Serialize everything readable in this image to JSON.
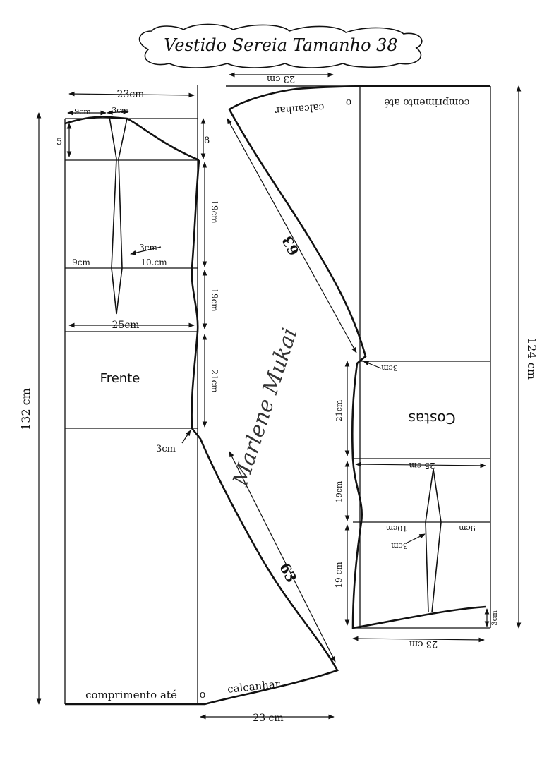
{
  "title": "Vestido Sereia Tamanho 38",
  "colors": {
    "ink": "#111111",
    "paper": "#ffffff"
  },
  "front": {
    "label": "Frente",
    "top_width": "23cm",
    "shoulder_a": "9cm",
    "shoulder_b": "3cm",
    "left_drop": "5",
    "right_drop": "8",
    "seg1": "19cm",
    "seg2": "19cm",
    "seg3": "21cm",
    "dart_width": "3cm",
    "waist_left": "9cm",
    "waist_right": "10.cm",
    "hip": "25cm",
    "hem_notch": "3cm",
    "total_length": "132 cm",
    "diagonal": "63",
    "hem_text_1": "comprimento até",
    "hem_text_2": "o",
    "hem_text_3": "calcanhar",
    "bottom_width": "23 cm"
  },
  "back": {
    "label": "Costas",
    "top_width": "23 cm",
    "top_text_1": "comprimento até",
    "top_text_2": "o",
    "top_text_3": "calcanhar",
    "diagonal": "63",
    "notch": "3cm",
    "seg1": "21cm",
    "seg2": "19cm",
    "seg3": "19 cm",
    "hip": "25 cm",
    "waist_left": "10cm",
    "waist_right": "9cm",
    "dart_width": "3cm",
    "drop": "3cm",
    "bottom_width": "23 cm",
    "total_length": "124 cm"
  },
  "signature": "Marlene Mukai"
}
